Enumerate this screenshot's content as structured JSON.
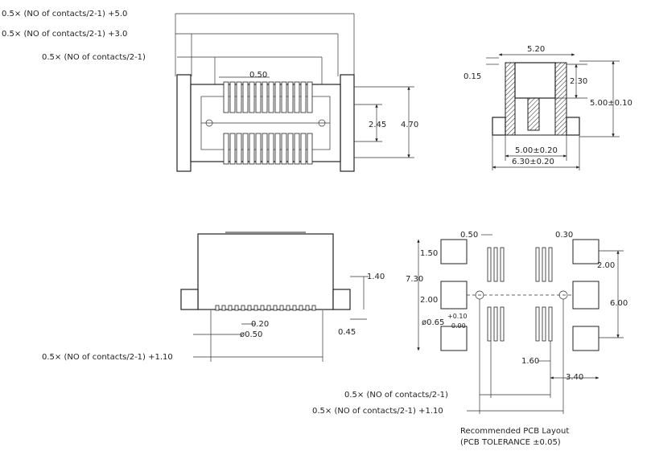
{
  "top_view": {
    "dim_overall": "0.5× (NO of contacts/2-1) +5.0",
    "dim_housing": "0.5× (NO of contacts/2-1) +3.0",
    "dim_contacts": "0.5× (NO of contacts/2-1)",
    "pitch": "0.50",
    "inner_height": "2.45",
    "outer_height": "4.70"
  },
  "side_view": {
    "top_width": "5.20",
    "top_offset": "0.15",
    "inner_depth": "2.30",
    "height": "5.00±0.10",
    "base_width": "5.00±0.20",
    "overall_width": "6.30±0.20"
  },
  "front_view": {
    "tab_height": "1.40",
    "pin_width": "0.20",
    "post_dia": "ø0.50",
    "tab_offset": "0.45",
    "span": "0.5× (NO of contacts/2-1) +1.10"
  },
  "pcb_layout": {
    "pad_pitch": "0.50",
    "pad_width": "0.30",
    "pad_height": "1.50",
    "layout_height": "7.30",
    "pad_spacing_left": "2.00",
    "pad_spacing_right": "2.00",
    "layout_width": "6.00",
    "hole_dia": "ø0.65",
    "hole_tol_plus": "+0.10",
    "hole_tol_minus": "-0.00",
    "row_offset": "1.60",
    "pad_span": "3.40",
    "dim_contacts": "0.5× (NO of contacts/2-1)",
    "dim_span": "0.5× (NO of contacts/2-1) +1.10",
    "title": "Recommended PCB Layout",
    "tolerance": "(PCB TOLERANCE ±0.05)"
  }
}
